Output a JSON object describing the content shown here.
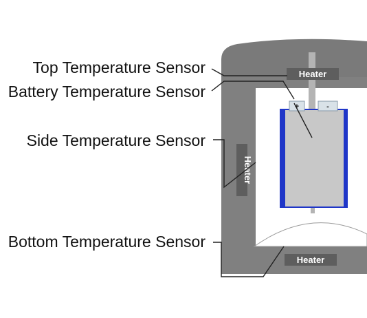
{
  "labels": {
    "top_sensor": "Top Temperature Sensor",
    "battery_sensor": "Battery Temperature Sensor",
    "side_sensor": "Side Temperature Sensor",
    "bottom_sensor": "Bottom Temperature Sensor"
  },
  "heaters": {
    "top": "Heater",
    "side": "Heater",
    "bottom": "Heater"
  },
  "battery": {
    "positive_terminal": "+",
    "negative_terminal": "-"
  },
  "colors": {
    "chamber": "#808080",
    "chamber_top": "#7a7a7a",
    "heater_plate": "#5e5e5e",
    "battery_body": "#c8c8c8",
    "battery_casing": "#1f36c8",
    "terminal": "#d9e2e8",
    "rod": "#b4b4b4",
    "leader_line": "#222222"
  }
}
